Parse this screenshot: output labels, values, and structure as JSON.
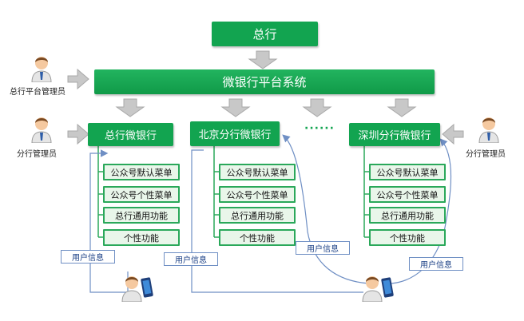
{
  "top": {
    "head_office": "总行",
    "platform": "微银行平台系统"
  },
  "branches": [
    {
      "title": "总行微银行",
      "items": [
        "公众号默认菜单",
        "公众号个性菜单",
        "总行通用功能",
        "个性功能"
      ]
    },
    {
      "title": "北京分行微银行",
      "items": [
        "公众号默认菜单",
        "公众号个性菜单",
        "总行通用功能",
        "个性功能"
      ]
    },
    {
      "title": "深圳分行微银行",
      "items": [
        "公众号默认菜单",
        "公众号个性菜单",
        "总行通用功能",
        "个性功能"
      ]
    }
  ],
  "ellipsis": "······",
  "roles": {
    "hq_admin": "总行平台管理员",
    "branch_admin_left": "分行管理员",
    "branch_admin_right": "分行管理员"
  },
  "user_info_labels": [
    "用户信息",
    "用户信息",
    "用户信息",
    "用户信息"
  ],
  "colors": {
    "green": "#12a450",
    "item_fill": "#e9f6ea",
    "arrow_gray": "#c8c8c8",
    "link_blue": "#6f8fc4"
  }
}
